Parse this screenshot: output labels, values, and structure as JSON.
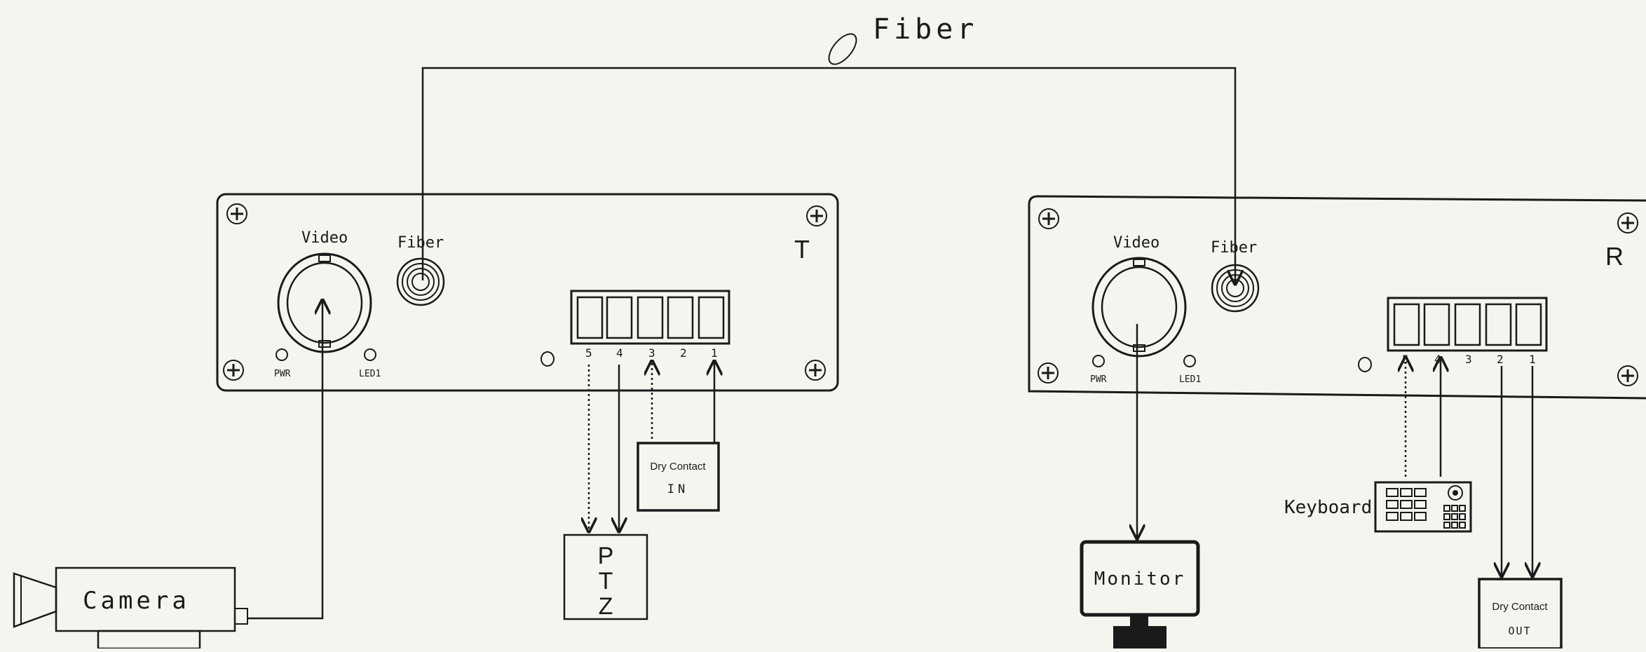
{
  "fiber_title": "Fiber",
  "transmitter": {
    "unit_letter": "T",
    "video_label": "Video",
    "fiber_label": "Fiber",
    "pwr_label": "PWR",
    "led_label": "LED1",
    "terminals": [
      "5",
      "4",
      "3",
      "2",
      "1"
    ]
  },
  "receiver": {
    "unit_letter": "R",
    "video_label": "Video",
    "fiber_label": "Fiber",
    "pwr_label": "PWR",
    "led_label": "LED1",
    "terminals": [
      "5",
      "4",
      "3",
      "2",
      "1"
    ]
  },
  "devices": {
    "camera": "Camera",
    "ptz": [
      "P",
      "T",
      "Z"
    ],
    "dry_contact_in": [
      "Dry Contact",
      "IN"
    ],
    "monitor": "Monitor",
    "keyboard": "Keyboard",
    "dry_contact_out": [
      "Dry Contact",
      "OUT"
    ]
  },
  "colors": {
    "line": "#1a1a1a",
    "background": "#f3f5ef"
  }
}
